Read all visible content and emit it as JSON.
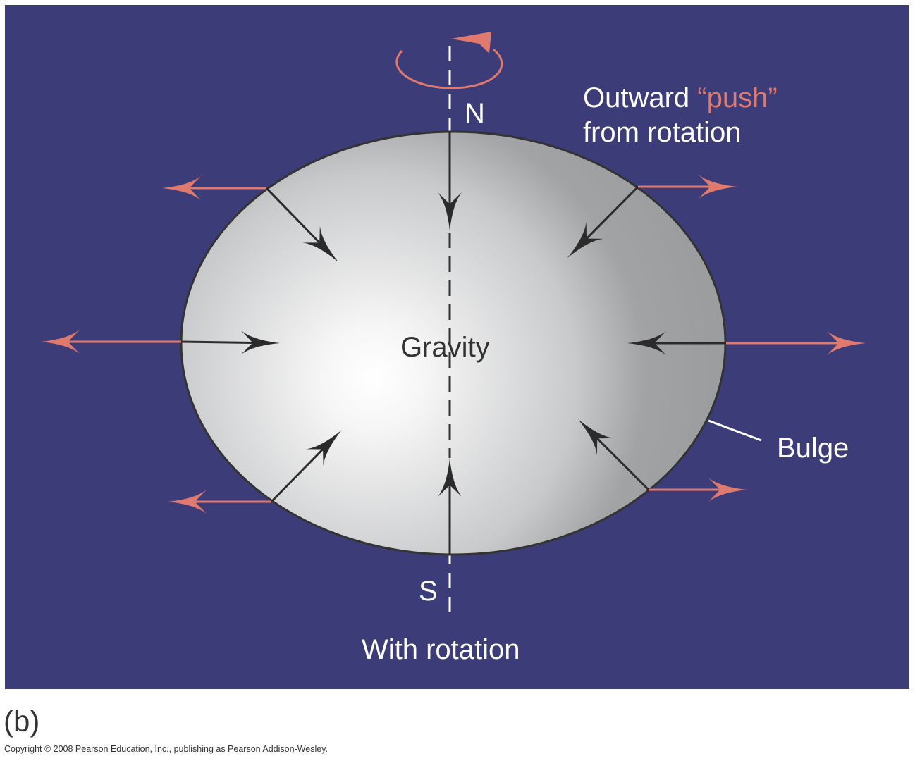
{
  "labels": {
    "north": "N",
    "south": "S",
    "gravity": "Gravity",
    "outward_prefix": "Outward ",
    "outward_push": "“push”",
    "outward_line2": "from rotation",
    "bulge": "Bulge",
    "caption": "With rotation",
    "panel_letter": "(b)",
    "copyright": "Copyright © 2008 Pearson Education, Inc., publishing as Pearson Addison-Wesley."
  },
  "colors": {
    "background": "#3c3c78",
    "push_arrow": "#e07a6e",
    "gravity_arrow": "#2b2b2b",
    "planet_light": "#ffffff",
    "planet_dark": "#9c9d9f"
  }
}
